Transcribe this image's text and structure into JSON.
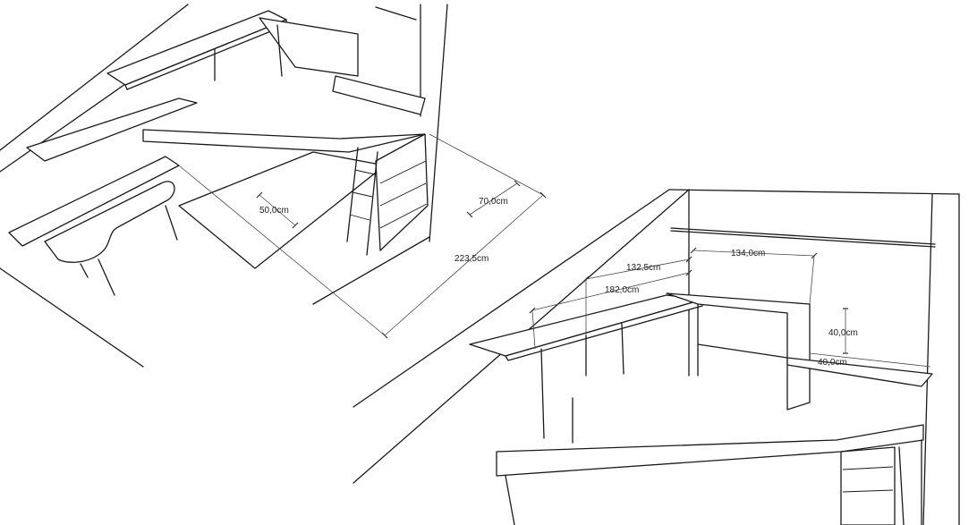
{
  "left_view": {
    "dimensions": {
      "depth_50": "50,0cm",
      "depth_70": "70,0cm",
      "length_223": "223,5cm"
    }
  },
  "right_view": {
    "dimensions": {
      "shelf_132": "132,5cm",
      "rail_134": "134,0cm",
      "shelf_182": "182,0cm",
      "height_40": "40,0cm",
      "depth_40": "40,0cm"
    }
  }
}
